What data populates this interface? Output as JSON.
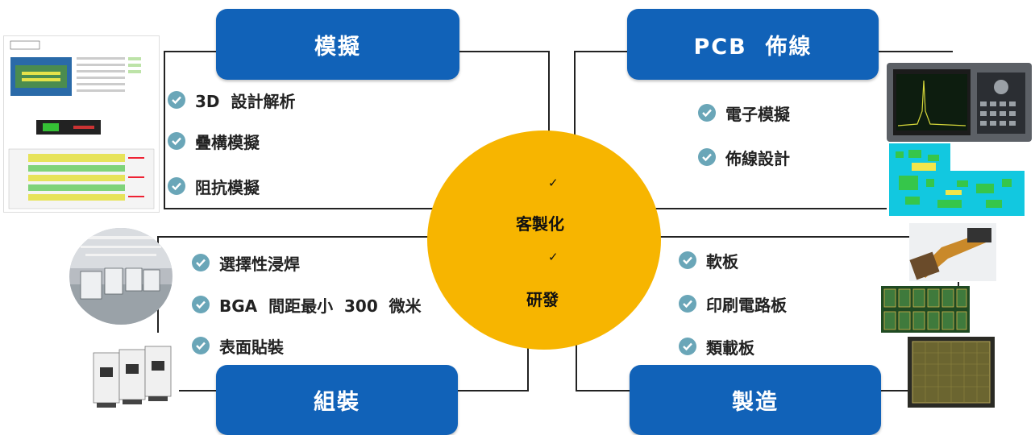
{
  "center": {
    "check_mark": "✓",
    "line1": "客製化",
    "line2": "研發",
    "color": "#f7b500"
  },
  "boxes": {
    "simulation": "模擬",
    "pcb_layout": "PCB  佈線",
    "assembly": "組裝",
    "manufacturing": "製造",
    "color": "#1162b8"
  },
  "simulation_items": [
    "3D  設計解析",
    "疊構模擬",
    "阻抗模擬"
  ],
  "pcb_items": [
    "電子模擬",
    "佈線設計"
  ],
  "assembly_items": [
    "選擇性浸焊",
    "BGA  間距最小  300  微米",
    "表面貼裝"
  ],
  "manufacturing_items": [
    "軟板",
    "印刷電路板",
    "類載板"
  ],
  "check_icon_color": "#6aa6b8",
  "icons": {
    "check": "check-circle-icon"
  }
}
